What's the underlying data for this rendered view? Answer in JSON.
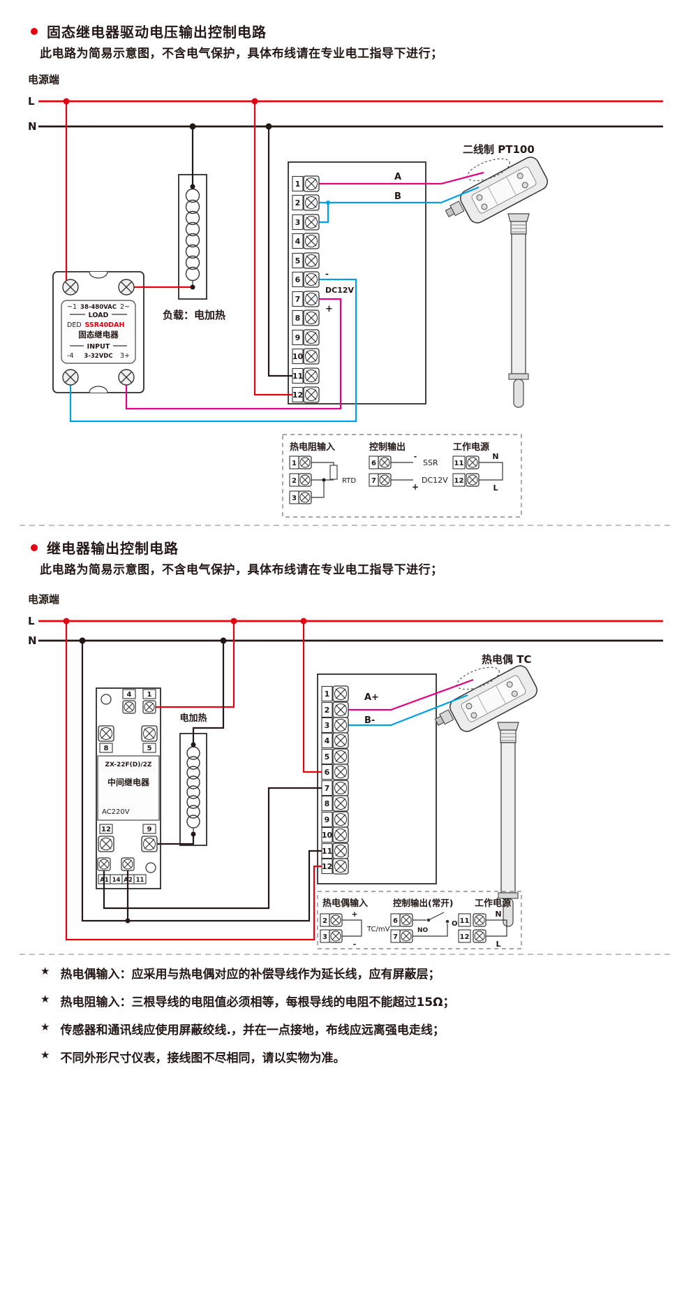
{
  "colors": {
    "red": "#e60012",
    "magenta": "#e4007f",
    "blue": "#00a0e9",
    "black": "#231815"
  },
  "section1": {
    "title": "固态继电器驱动电压输出控制电路",
    "subtitle": "此电路为简易示意图，不含电气保护，具体布线请在专业电工指导下进行；",
    "power_label": "电源端",
    "l": "L",
    "n": "N",
    "ssr": {
      "ac_left": "~1",
      "ac_mid": "38-480VAC",
      "ac_right": "2~",
      "load": "LOAD",
      "brand": "DED",
      "model": "SSR40DAH",
      "name": "固态继电器",
      "input": "INPUT",
      "dc_left": "-4",
      "dc_mid": "3-32VDC",
      "dc_right": "3+"
    },
    "load_label": "负载：电加热",
    "terminals": [
      "1",
      "2",
      "3",
      "4",
      "5",
      "6",
      "7",
      "8",
      "9",
      "10",
      "11",
      "12"
    ],
    "wire_a": "A",
    "wire_b": "B",
    "minus": "-",
    "dc12v": "DC12V",
    "plus": "+",
    "sensor_label": "二线制 PT100",
    "legend": {
      "rtd_title": "热电阻输入",
      "rtd_terminals": [
        "1",
        "2",
        "3"
      ],
      "rtd_label": "RTD",
      "out_title": "控制输出",
      "out_terminals": [
        "6",
        "7"
      ],
      "out_minus": "-",
      "out_ssr": "SSR",
      "out_plus": "+",
      "out_dc": "DC12V",
      "pwr_title": "工作电源",
      "pwr_terminals": [
        "11",
        "12"
      ],
      "pwr_n": "N",
      "pwr_l": "L"
    }
  },
  "section2": {
    "title": "继电器输出控制电路",
    "subtitle": "此电路为简易示意图，不含电气保护，具体布线请在专业电工指导下进行；",
    "power_label": "电源端",
    "l": "L",
    "n": "N",
    "relay": {
      "t4": "4",
      "t1": "1",
      "t8": "8",
      "t5": "5",
      "model": "ZX-22F(D)/2Z",
      "name": "中间继电器",
      "coil": "AC220V",
      "t12": "12",
      "t9": "9",
      "a1": "A1",
      "n14": "14",
      "a2": "A2",
      "n11": "11"
    },
    "heater_label": "电加热",
    "terminals": [
      "1",
      "2",
      "3",
      "4",
      "5",
      "6",
      "7",
      "8",
      "9",
      "10",
      "11",
      "12"
    ],
    "wire_a": "A+",
    "wire_b": "B-",
    "sensor_label": "热电偶 TC",
    "legend": {
      "tc_title": "热电偶输入",
      "tc_terminals": [
        "2",
        "3"
      ],
      "tc_plus": "+",
      "tc_minus": "-",
      "tc_label": "TC/mV",
      "out_title": "控制输出(常开)",
      "out_terminals": [
        "6",
        "7"
      ],
      "out_no": "NO",
      "out_out": "OUT",
      "pwr_title": "工作电源",
      "pwr_terminals": [
        "11",
        "12"
      ],
      "pwr_n": "N",
      "pwr_l": "L"
    }
  },
  "notes": {
    "star": "★",
    "items": [
      "热电偶输入：应采用与热电偶对应的补偿导线作为延长线，应有屏蔽层；",
      "热电阻输入：三根导线的电阻值必须相等，每根导线的电阻不能超过15Ω；",
      "传感器和通讯线应使用屏蔽绞线.，并在一点接地，布线应远离强电走线；",
      "不同外形尺寸仪表，接线图不尽相同，请以实物为准。"
    ]
  }
}
